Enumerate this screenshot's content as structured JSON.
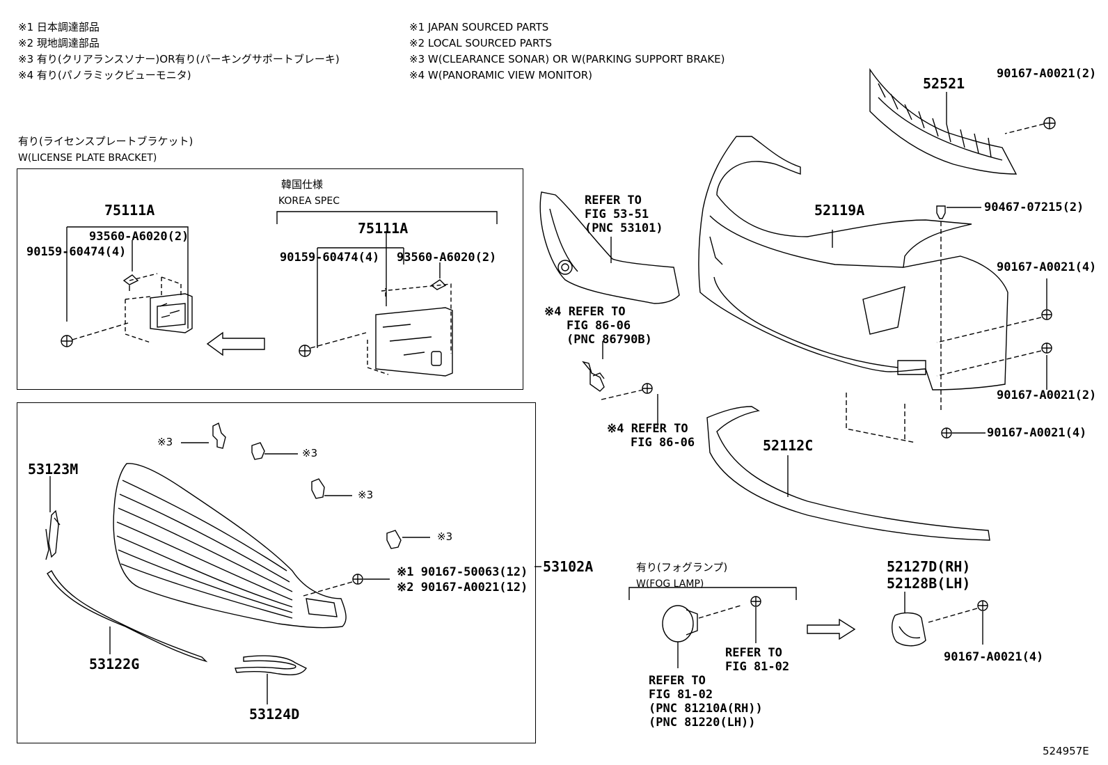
{
  "notes_jp": [
    "※1 日本調達部品",
    "※2 現地調達部品",
    "※3 有り(クリアランスソナー)OR有り(パーキングサポートブレーキ)",
    "※4 有り(パノラミックビューモニタ)"
  ],
  "notes_en": [
    "※1 JAPAN SOURCED PARTS",
    "※2 LOCAL SOURCED PARTS",
    "※3 W(CLEARANCE SONAR) OR W(PARKING SUPPORT BRAKE)",
    "※4 W(PANORAMIC VIEW MONITOR)"
  ],
  "license_box": {
    "title_jp": "有り(ライセンスプレートブラケット)",
    "title_en": "W(LICENSE PLATE BRACKET)",
    "std": {
      "main": "75111A",
      "screw": "93560-A6020(2)",
      "bolt": "90159-60474(4)"
    },
    "korea": {
      "title_jp": "韓国仕様",
      "title_en": "KOREA SPEC",
      "main": "75111A",
      "bolt": "90159-60474(4)",
      "screw": "93560-A6020(2)"
    }
  },
  "grille_box": {
    "main": "53102A",
    "molding": "53123M",
    "lower_molding": "53122G",
    "garnish": "53124D",
    "fastener_1": "※1 90167-50063(12)",
    "fastener_2": "※2 90167-A0021(12)",
    "sensor_mark": "※3"
  },
  "right": {
    "retainer": "52521",
    "retainer_clip": "90167-A0021(2)",
    "cover": "52119A",
    "clip_top": "90467-07215(2)",
    "clip_r1": "90167-A0021(4)",
    "clip_r2": "90167-A0021(2)",
    "clip_bottom": "90167-A0021(4)",
    "spoiler": "52112C",
    "ref_upper": [
      "REFER TO",
      "FIG 53-51",
      "(PNC 53101)"
    ],
    "ref_camera": [
      "※4 REFER TO",
      "FIG 86-06",
      "(PNC 86790B)"
    ],
    "ref_camera2": [
      "※4 REFER TO",
      "FIG 86-06"
    ],
    "fog": {
      "title_jp": "有り(フォグランプ)",
      "title_en": "W(FOG LAMP)",
      "ref_bulb": [
        "REFER TO",
        "FIG 81-02"
      ],
      "ref_lamp": [
        "REFER TO",
        "FIG 81-02",
        "(PNC 81210A(RH))",
        "(PNC 81220(LH))"
      ],
      "cover_rh": "52127D(RH)",
      "cover_lh": "52128B(LH)",
      "cover_clip": "90167-A0021(4)"
    }
  },
  "figure_id": "524957E"
}
